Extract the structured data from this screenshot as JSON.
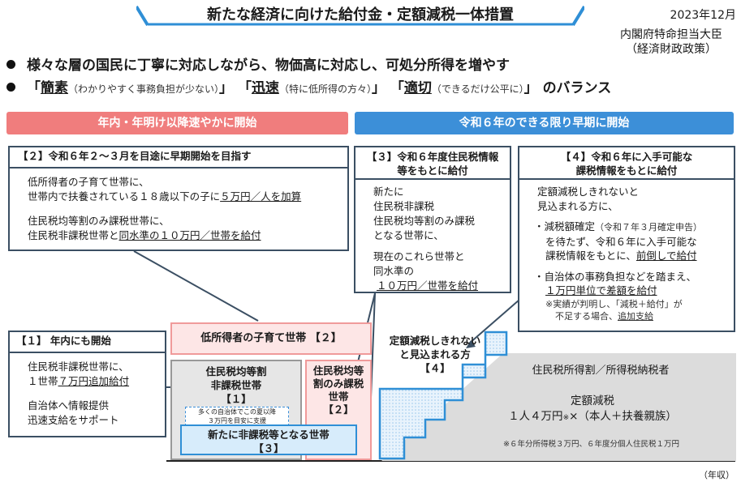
{
  "title": "新たな経済に向けた給付金・定額減税一体措置",
  "date": "2023年12月",
  "ministry": [
    "内閣府特命担当大臣",
    "（経済財政政策）"
  ],
  "bullets": {
    "line1": "様々な層の国民に丁寧に対応しながら、物価高に対応し、可処分所得を増やす",
    "line2": {
      "open1": "「",
      "k1": "簡素",
      "p1": "（わかりやすく事務負担が少ない）",
      "close1": "」",
      "open2": "「",
      "k2": "迅速",
      "p2": "（特に低所得の方々）",
      "close2": "」",
      "open3": "「",
      "k3": "適切",
      "p3": "（できるだけ公平に）",
      "close3": "」",
      "tail": "のバランス"
    }
  },
  "banners": {
    "left": "年内・年明け以降速やかに開始",
    "right": "令和６年のできる限り早期に開始"
  },
  "box2": {
    "head": "【２】令和６年２～３月を目途に早期開始を目指す",
    "l1": "低所得者の子育て世帯に、",
    "l2a": "世帯内で扶養されている１８歳以下の子に",
    "l2b": "５万円／人を加算",
    "l3": "住民税均等割のみ課税世帯に、",
    "l4a": "住民税非課税世帯と",
    "l4b": "同水準の１０万円／世帯を給付"
  },
  "box3": {
    "head1": "【３】令和６年度住民税情報",
    "head2": "等をもとに給付",
    "l1": "新たに",
    "l2": "住民税非課税",
    "l3": "住民税均等割のみ課税",
    "l4": "となる世帯に、",
    "l5": "現在のこれら世帯と",
    "l6": "同水準の",
    "l7": "１０万円／世帯を給付"
  },
  "box4": {
    "head1": "【４】令和６年に入手可能な",
    "head2": "課税情報をもとに給付",
    "l1": "定額減税しきれないと",
    "l2": "見込まれる方に、",
    "l3a": "・減税額確定",
    "l3b": "（令和７年３月確定申告）",
    "l4": "を待たず、令和６年に入手可能な",
    "l5a": "課税情報をもとに、",
    "l5b": "前倒しで給付",
    "l6": "・自治体の事務負担などを踏まえ、",
    "l7": "１万円単位で差額を給付",
    "n1": "※実績が判明し、「減税＋給付」が",
    "n2a": "不足する場合、",
    "n2b": "追加支給"
  },
  "box1": {
    "head": "【１】 年内にも開始",
    "l1": "住民税非課税世帯に、",
    "l2a": "１世帯",
    "l2b": "７万円追加給付",
    "l3": "自治体へ情報提供",
    "l4": "迅速支給をサポート"
  },
  "diagram": {
    "child_bar": "低所得者の子育て世帯 【２】",
    "nontax_1": "住民税均等割",
    "nontax_2": "非課税世帯",
    "nontax_3": "【１】",
    "nontax_note1": "多くの自治体でこの夏以降",
    "nontax_note2": "３万円を目安に支援",
    "kinto_1": "住民税均等",
    "kinto_2": "割のみ課税",
    "kinto_3": "世帯",
    "kinto_4": "【２】",
    "new_nontax_1": "新たに非課税等となる世帯",
    "new_nontax_2": "【３】",
    "stairs_1": "定額減税しきれない",
    "stairs_2": "と見込まれる方",
    "stairs_3": "【４】",
    "tax_1": "住民税所得割／所得税納税者",
    "tax_2": "定額減税",
    "tax_3a": "１人４万円",
    "tax_3b": "※",
    "tax_3c": "×（本人＋扶養親族）",
    "tax_note": "※６年分所得税３万円、６年度分個人住民税１万円",
    "x_axis": "（年収）"
  },
  "colors": {
    "banner_left": "#f07d7d",
    "banner_right": "#3c8fd8",
    "title_accent": "#2f8fd6",
    "box_border": "#3b4f63"
  }
}
